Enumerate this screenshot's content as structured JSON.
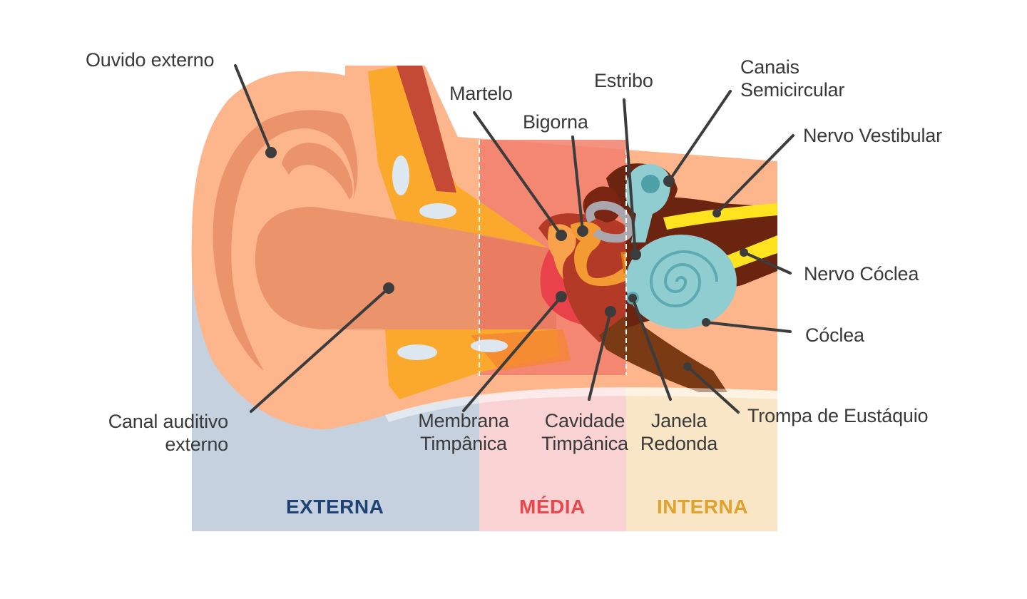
{
  "labels": {
    "ouvido_externo": "Ouvido externo",
    "canal_auditivo_1": "Canal auditivo",
    "canal_auditivo_2": "externo",
    "martelo": "Martelo",
    "bigorna": "Bigorna",
    "estribo": "Estribo",
    "canais_1": "Canais",
    "canais_2": "Semicircular",
    "nervo_vestibular": "Nervo Vestibular",
    "nervo_coclea": "Nervo Cóclea",
    "coclea": "Cóclea",
    "trompa": "Trompa de Eustáquio",
    "membrana_1": "Membrana",
    "membrana_2": "Timpânica",
    "cavidade_1": "Cavidade",
    "cavidade_2": "Timpânica",
    "janela_1": "Janela",
    "janela_2": "Redonda"
  },
  "zones": {
    "externa": "EXTERNA",
    "media": "MÉDIA",
    "interna": "INTERNA"
  },
  "colors": {
    "externa_bg": "#c5d1de",
    "media_bg": "#f9d2d3",
    "interna_bg": "#f8e6c6",
    "externa_text": "#1f4275",
    "media_text": "#e8474e",
    "interna_text": "#e0a22c",
    "skin": "#fdb58c",
    "skin_dark": "#eb946c",
    "bone": "#fba92c",
    "cochlea": "#8fcdd1",
    "nerve": "#ffe31f",
    "tissue": "#6b2410",
    "line": "#3c3c3c"
  }
}
